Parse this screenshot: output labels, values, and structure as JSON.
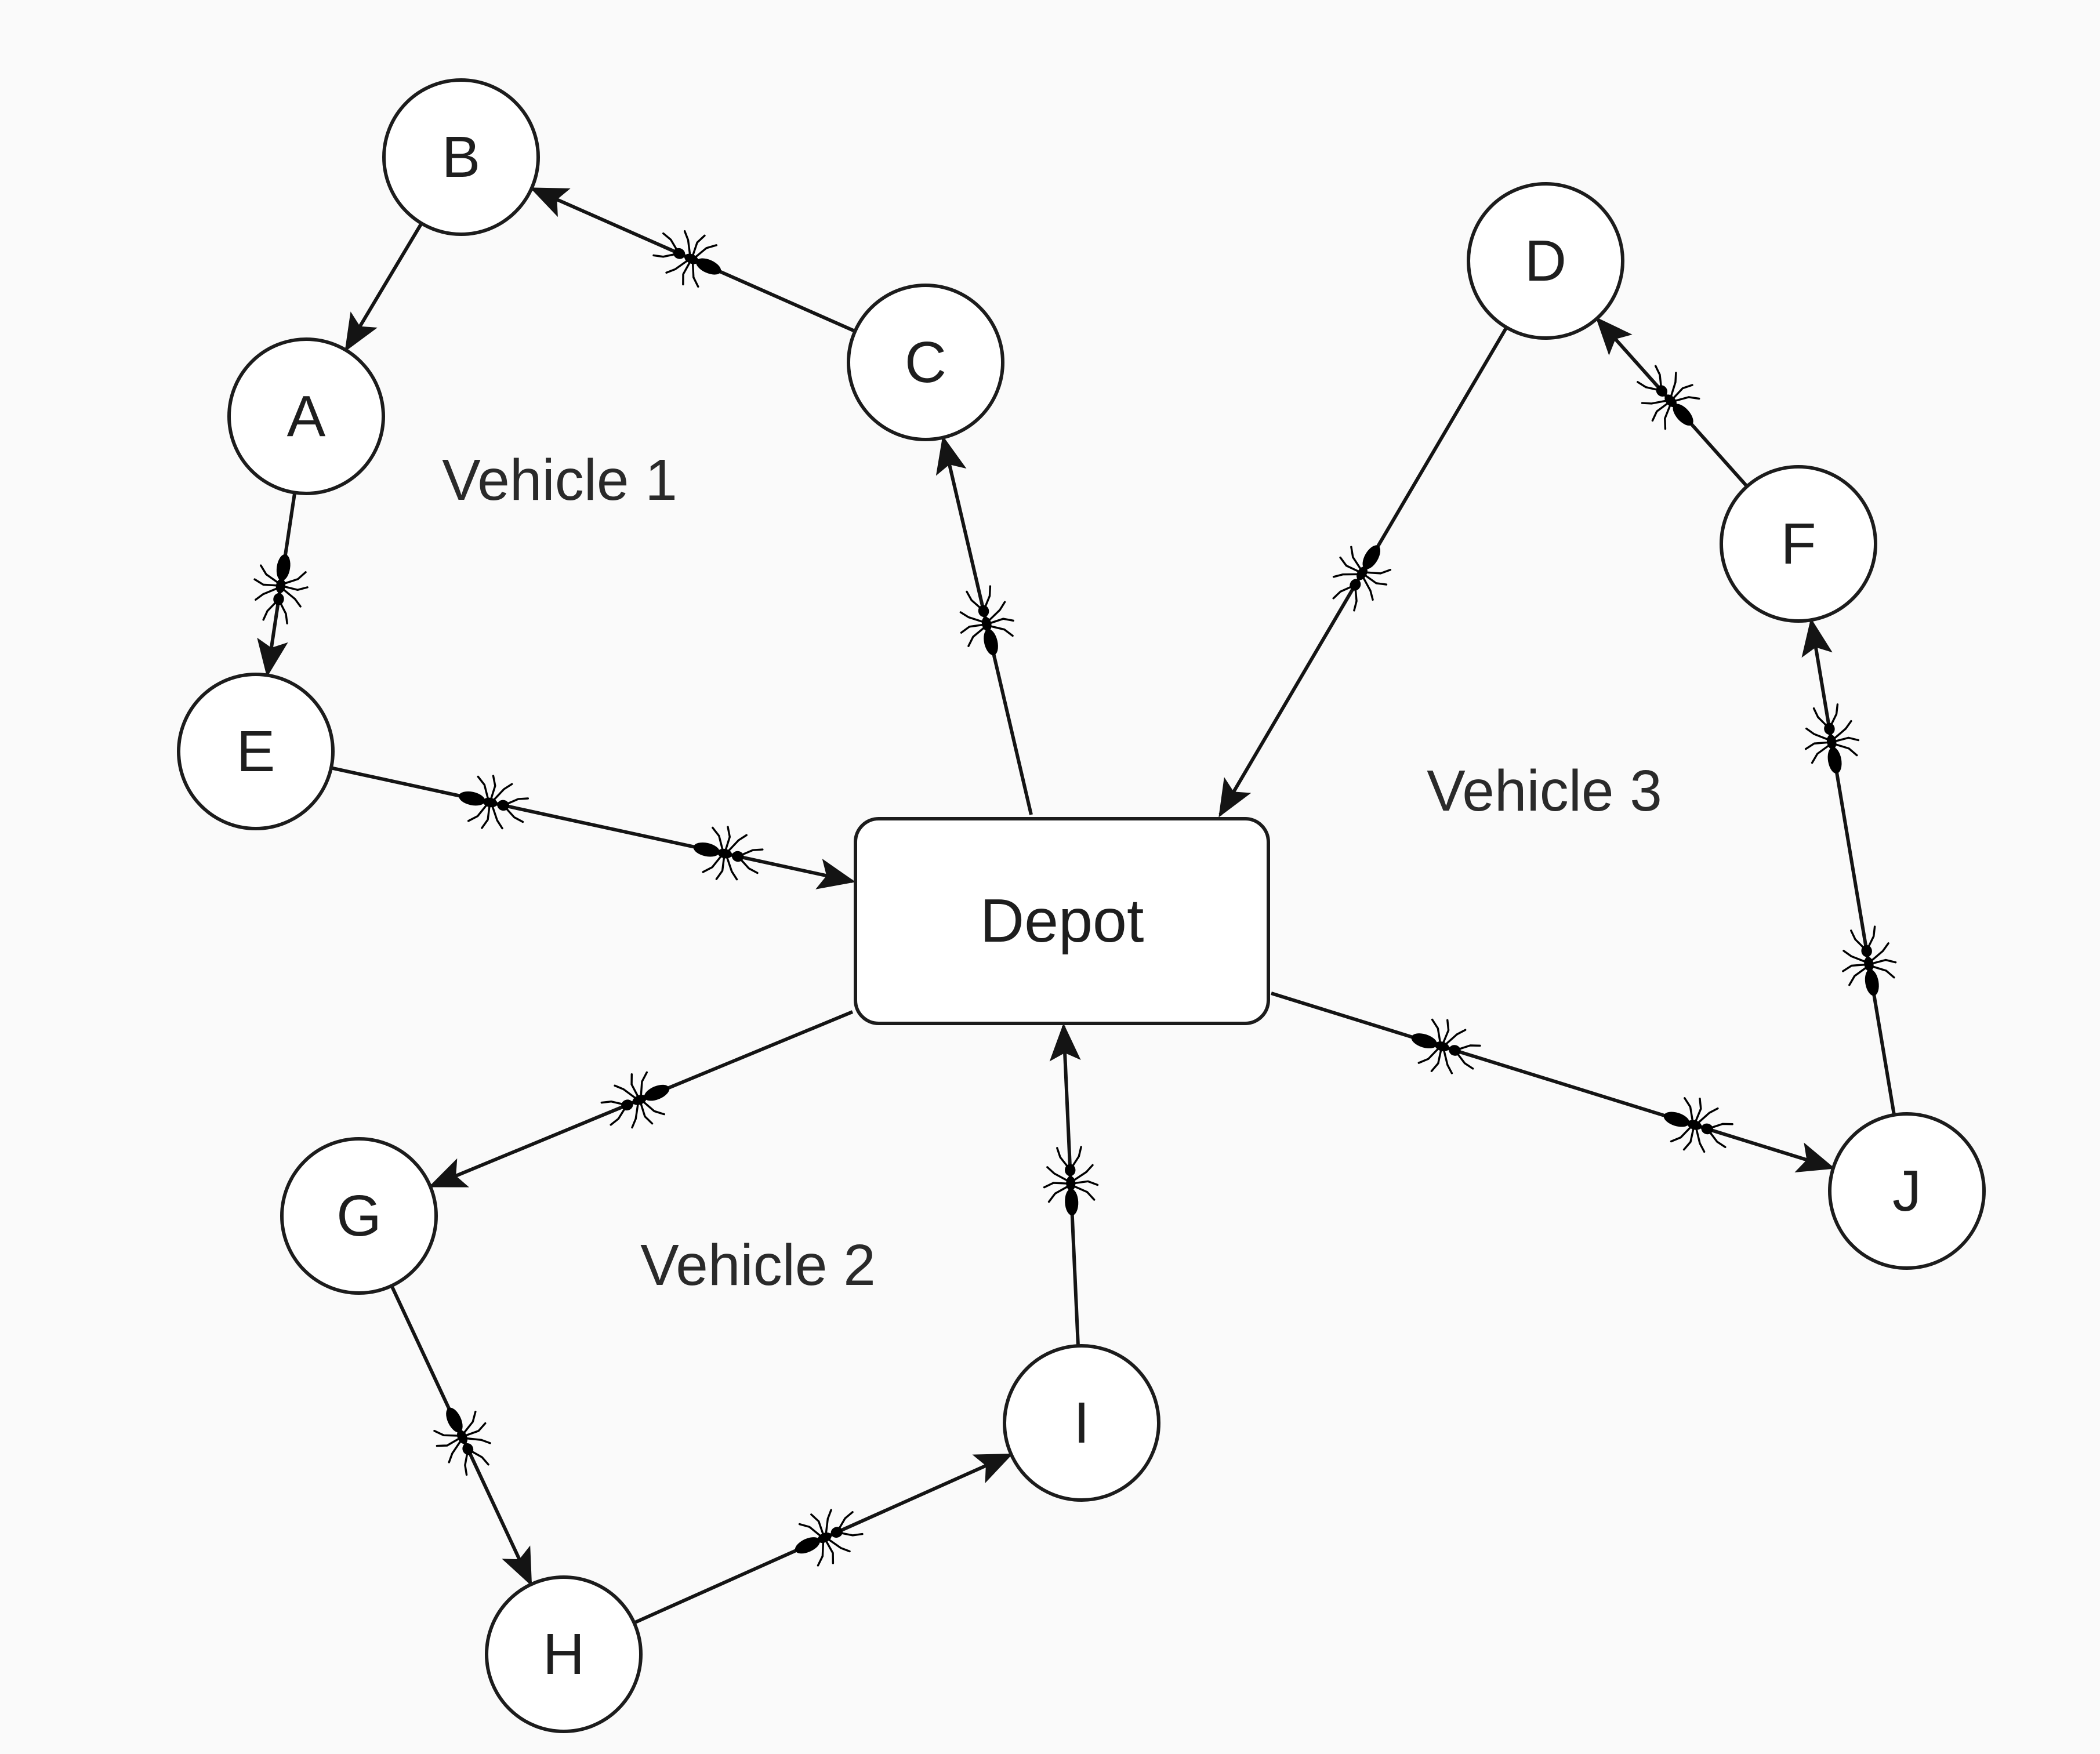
{
  "diagram": {
    "depot": {
      "id": "depot",
      "label": "Depot"
    },
    "nodes": [
      {
        "id": "A",
        "label": "A"
      },
      {
        "id": "B",
        "label": "B"
      },
      {
        "id": "C",
        "label": "C"
      },
      {
        "id": "D",
        "label": "D"
      },
      {
        "id": "E",
        "label": "E"
      },
      {
        "id": "F",
        "label": "F"
      },
      {
        "id": "G",
        "label": "G"
      },
      {
        "id": "H",
        "label": "H"
      },
      {
        "id": "I",
        "label": "I"
      },
      {
        "id": "J",
        "label": "J"
      }
    ],
    "edges": [
      {
        "from": "depot",
        "to": "C",
        "ants": 1
      },
      {
        "from": "C",
        "to": "B",
        "ants": 1
      },
      {
        "from": "B",
        "to": "A",
        "ants": 0
      },
      {
        "from": "A",
        "to": "E",
        "ants": 1
      },
      {
        "from": "E",
        "to": "depot",
        "ants": 2
      },
      {
        "from": "depot",
        "to": "G",
        "ants": 1
      },
      {
        "from": "G",
        "to": "H",
        "ants": 1
      },
      {
        "from": "H",
        "to": "I",
        "ants": 1
      },
      {
        "from": "I",
        "to": "depot",
        "ants": 1
      },
      {
        "from": "depot",
        "to": "J",
        "ants": 2
      },
      {
        "from": "J",
        "to": "F",
        "ants": 2
      },
      {
        "from": "F",
        "to": "D",
        "ants": 1
      },
      {
        "from": "D",
        "to": "depot",
        "ants": 1
      }
    ],
    "vehicle_labels": [
      {
        "id": "vehicle-1",
        "text": "Vehicle 1"
      },
      {
        "id": "vehicle-2",
        "text": "Vehicle 2"
      },
      {
        "id": "vehicle-3",
        "text": "Vehicle 3"
      }
    ],
    "colors": {
      "stroke": "#1c1c1c",
      "fill": "#ffffff",
      "ant": "#000000",
      "background": "#fafafa"
    }
  }
}
